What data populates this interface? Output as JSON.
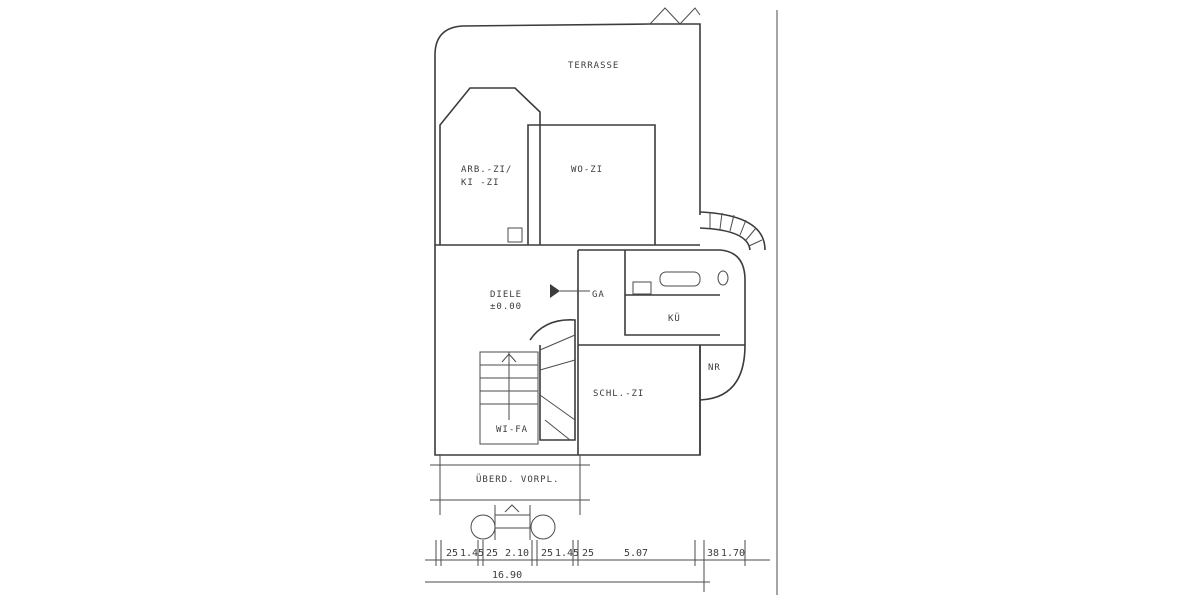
{
  "rooms": {
    "terrace": "TERRASSE",
    "study_line1": "ARB.-ZI/",
    "study_line2": "KI  -ZI",
    "living": "WO-ZI",
    "hall": "DIELE",
    "hall_level": "±0.00",
    "wardrobe": "GA",
    "kitchen": "KÜ",
    "side_room": "NR",
    "bedroom": "SCHL.-ZI",
    "utility": "WI-FA",
    "porch": "ÜBERD. VORPL."
  },
  "dimensions": {
    "segments": [
      "25",
      "1.45",
      "25",
      "2.10",
      "25",
      "1.45",
      "25",
      "5.07",
      "38",
      "1.70"
    ],
    "total": "16.90"
  },
  "colors": {
    "line": "#3a3d3c",
    "background": "#ffffff"
  }
}
